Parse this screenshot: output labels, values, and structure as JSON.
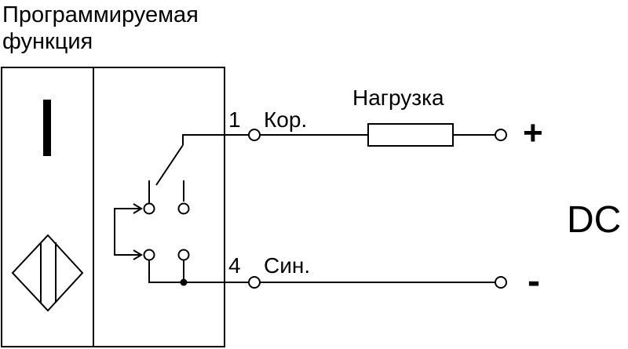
{
  "title": {
    "line1": "Программируемая",
    "line2": "функция"
  },
  "symbol_I": "I",
  "terminals": [
    {
      "number": "1",
      "wire": "Кор."
    },
    {
      "number": "4",
      "wire": "Син."
    }
  ],
  "load_label": "Нагрузка",
  "supply": {
    "plus": "+",
    "minus": "-",
    "type": "DC"
  }
}
